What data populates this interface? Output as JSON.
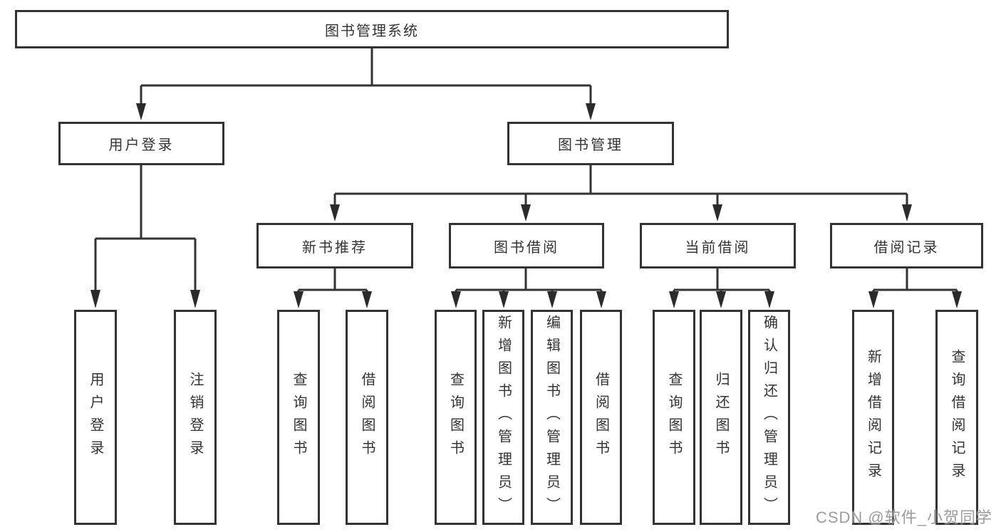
{
  "diagram_title": "图书管理系统",
  "tree": {
    "label": "图书管理系统",
    "children": [
      {
        "label": "用户登录",
        "children": [
          {
            "label": "用户登录"
          },
          {
            "label": "注销登录"
          }
        ]
      },
      {
        "label": "图书管理",
        "children": [
          {
            "label": "新书推荐",
            "children": [
              {
                "label": "查询图书"
              },
              {
                "label": "借阅图书"
              }
            ]
          },
          {
            "label": "图书借阅",
            "children": [
              {
                "label": "查询图书"
              },
              {
                "label": "新增图书（管理员）"
              },
              {
                "label": "编辑图书（管理员）"
              },
              {
                "label": "借阅图书"
              }
            ]
          },
          {
            "label": "当前借阅",
            "children": [
              {
                "label": "查询图书"
              },
              {
                "label": "归还图书"
              },
              {
                "label": "确认归还（管理员）"
              }
            ]
          },
          {
            "label": "借阅记录",
            "children": [
              {
                "label": "新增借阅记录"
              },
              {
                "label": "查询借阅记录"
              }
            ]
          }
        ]
      }
    ]
  },
  "watermark": {
    "text": "CSDN @软件_小贺同学"
  },
  "colors": {
    "line": "#333333",
    "text": "#333333",
    "box_background": "#ffffff",
    "watermark": "#949494"
  }
}
